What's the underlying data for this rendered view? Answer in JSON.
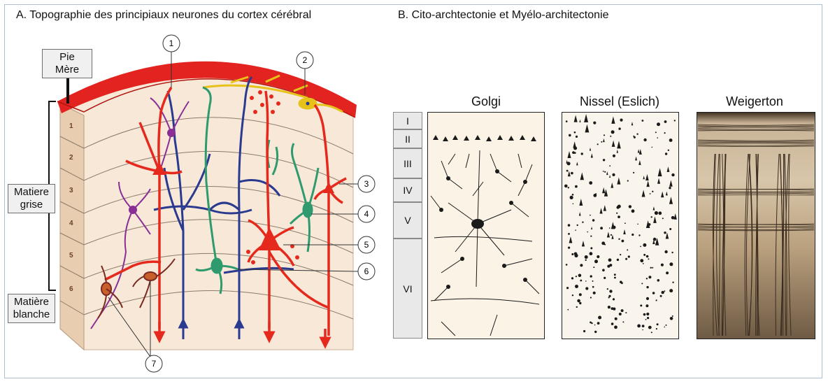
{
  "panel_a": {
    "title": "A. Topographie des principiaux neurones du cortex cérébral",
    "labels": {
      "pie_mere_line1": "Pie",
      "pie_mere_line2": "Mère",
      "grey_line1": "Matiere",
      "grey_line2": "grise",
      "white_line1": "Matière",
      "white_line2": "blanche"
    },
    "strip_numbers": [
      "1",
      "2",
      "3",
      "4",
      "5",
      "6"
    ],
    "callouts": [
      "1",
      "2",
      "3",
      "4",
      "5",
      "6",
      "7"
    ],
    "colors": {
      "pia": "#e3231f",
      "cortex_bg": "#f7e8d8",
      "pyramidal": "#e52a1d",
      "afferent": "#2a3a8f",
      "stellate": "#8a2f95",
      "martinotti": "#2e9a6e",
      "horizontal": "#e6c21a",
      "polymorph": "#7a2a20"
    }
  },
  "panel_b": {
    "title": "B. Cito-archtectonie et Myélo-architectonie",
    "layers": [
      "I",
      "II",
      "III",
      "IV",
      "V",
      "VI"
    ],
    "columns": [
      "Golgi",
      "Nissel (Eslich)",
      "Weigerton"
    ]
  }
}
